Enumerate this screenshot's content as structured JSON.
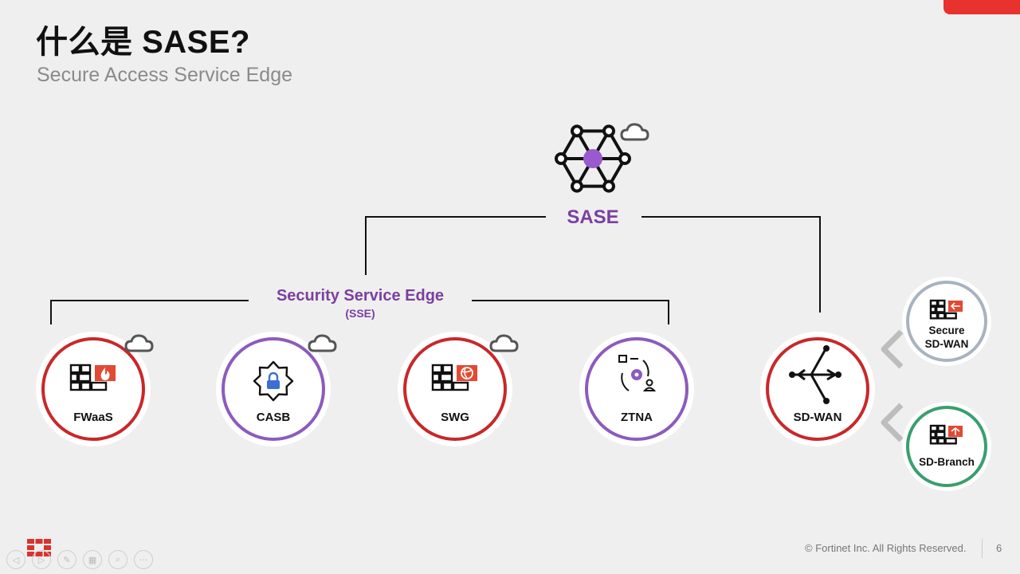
{
  "slide": {
    "title": "什么是 SASE?",
    "subtitle": "Secure Access Service Edge",
    "footer": "© Fortinet Inc. All Rights Reserved.",
    "page_number": "6"
  },
  "diagram": {
    "root": {
      "label": "SASE",
      "color": "#7b3fa0",
      "hub_color": "#9b59d0"
    },
    "group": {
      "label": "Security Service Edge",
      "sublabel": "(SSE)",
      "color": "#7b3fa0"
    },
    "nodes": [
      {
        "id": "fwaas",
        "label": "FWaaS",
        "ring": "#c8282a",
        "icon": "firewall-flame-icon",
        "cloud": true
      },
      {
        "id": "casb",
        "label": "CASB",
        "ring": "#8c5bbd",
        "icon": "gear-lock-icon",
        "cloud": true
      },
      {
        "id": "swg",
        "label": "SWG",
        "ring": "#c8282a",
        "icon": "firewall-globe-icon",
        "cloud": true
      },
      {
        "id": "ztna",
        "label": "ZTNA",
        "ring": "#8c5bbd",
        "icon": "zero-trust-icon",
        "cloud": false
      },
      {
        "id": "sdwan",
        "label": "SD-WAN",
        "ring": "#c8282a",
        "icon": "branching-arrows-icon",
        "cloud": false
      }
    ],
    "side_nodes": [
      {
        "id": "secure-sdwan",
        "lines": [
          "Secure",
          "SD-WAN"
        ],
        "ring": "#a9b3bf",
        "icon": "firewall-arrow-icon"
      },
      {
        "id": "sd-branch",
        "lines": [
          "SD-Branch"
        ],
        "ring": "#3a9e6e",
        "icon": "firewall-network-icon"
      }
    ],
    "accent_red": "#e24a33",
    "line_color": "#111111",
    "chevron_color": "#bdbdbd"
  },
  "toolbar": {
    "buttons": [
      {
        "name": "previous-slide-button",
        "glyph": "◁"
      },
      {
        "name": "next-slide-button",
        "glyph": "▷"
      },
      {
        "name": "pen-tool-button",
        "glyph": "✎"
      },
      {
        "name": "slides-overview-button",
        "glyph": "▦"
      },
      {
        "name": "zoom-button",
        "glyph": "⌕"
      },
      {
        "name": "more-options-button",
        "glyph": "···"
      }
    ]
  }
}
